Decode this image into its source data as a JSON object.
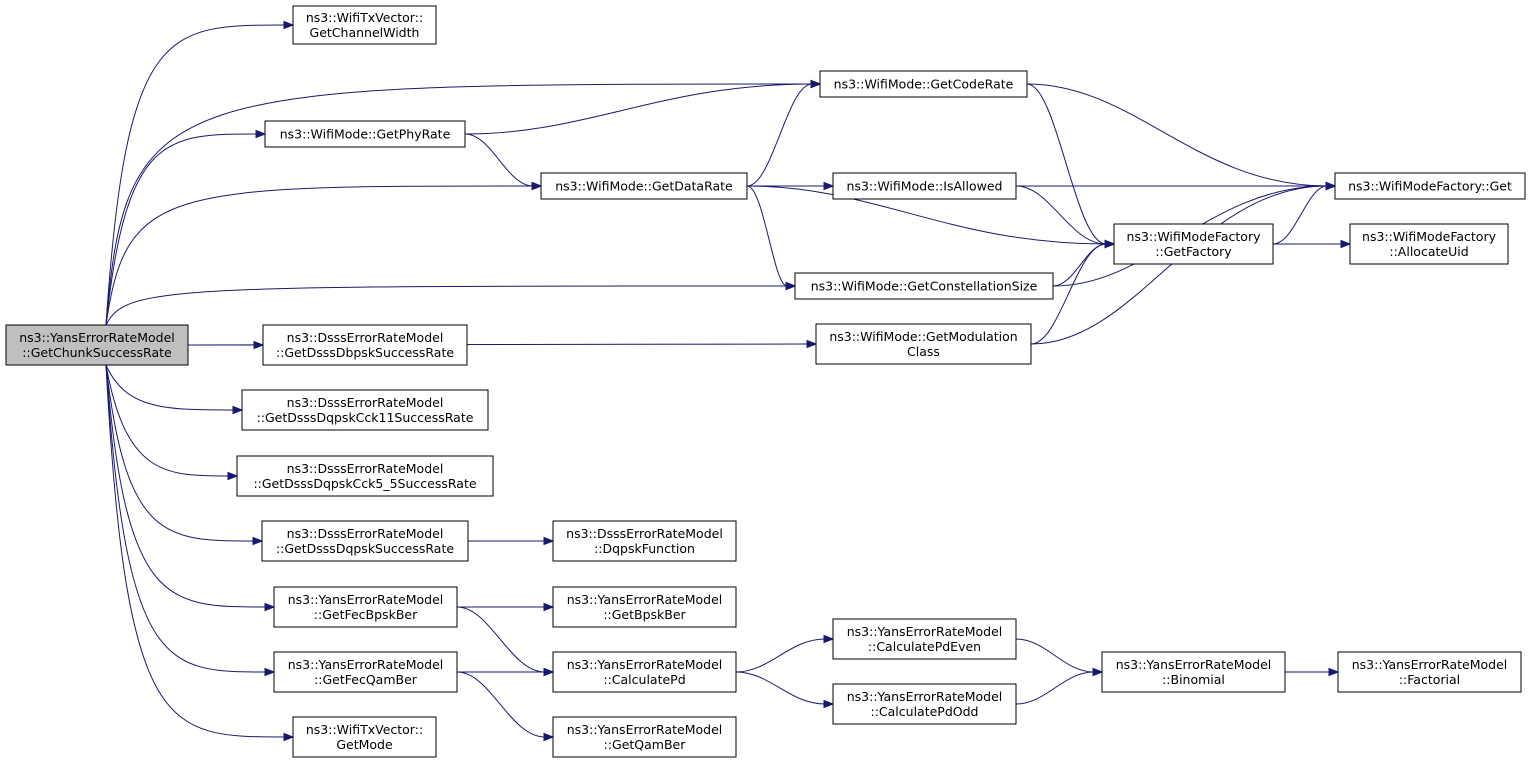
{
  "graph": {
    "nodes": [
      {
        "id": "root",
        "lines": [
          "ns3::YansErrorRateModel",
          "::GetChunkSuccessRate"
        ],
        "root": true
      },
      {
        "id": "txv_cw",
        "lines": [
          "ns3::WifiTxVector::",
          "GetChannelWidth"
        ]
      },
      {
        "id": "codeRate",
        "lines": [
          "ns3::WifiMode::GetCodeRate"
        ]
      },
      {
        "id": "phyRate",
        "lines": [
          "ns3::WifiMode::GetPhyRate"
        ]
      },
      {
        "id": "dataRate",
        "lines": [
          "ns3::WifiMode::GetDataRate"
        ]
      },
      {
        "id": "isAllowed",
        "lines": [
          "ns3::WifiMode::IsAllowed"
        ]
      },
      {
        "id": "factGet",
        "lines": [
          "ns3::WifiModeFactory::Get"
        ]
      },
      {
        "id": "getFactory",
        "lines": [
          "ns3::WifiModeFactory",
          "::GetFactory"
        ]
      },
      {
        "id": "allocUid",
        "lines": [
          "ns3::WifiModeFactory",
          "::AllocateUid"
        ]
      },
      {
        "id": "constSize",
        "lines": [
          "ns3::WifiMode::GetConstellationSize"
        ]
      },
      {
        "id": "modClass",
        "lines": [
          "ns3::WifiMode::GetModulation",
          "Class"
        ]
      },
      {
        "id": "dbpsk",
        "lines": [
          "ns3::DsssErrorRateModel",
          "::GetDsssDbpskSuccessRate"
        ]
      },
      {
        "id": "cck11",
        "lines": [
          "ns3::DsssErrorRateModel",
          "::GetDsssDqpskCck11SuccessRate"
        ]
      },
      {
        "id": "cck55",
        "lines": [
          "ns3::DsssErrorRateModel",
          "::GetDsssDqpskCck5_5SuccessRate"
        ]
      },
      {
        "id": "dqpsk",
        "lines": [
          "ns3::DsssErrorRateModel",
          "::GetDsssDqpskSuccessRate"
        ]
      },
      {
        "id": "dqpskFn",
        "lines": [
          "ns3::DsssErrorRateModel",
          "::DqpskFunction"
        ]
      },
      {
        "id": "fecBpsk",
        "lines": [
          "ns3::YansErrorRateModel",
          "::GetFecBpskBer"
        ]
      },
      {
        "id": "bpskBer",
        "lines": [
          "ns3::YansErrorRateModel",
          "::GetBpskBer"
        ]
      },
      {
        "id": "fecQam",
        "lines": [
          "ns3::YansErrorRateModel",
          "::GetFecQamBer"
        ]
      },
      {
        "id": "calcPd",
        "lines": [
          "ns3::YansErrorRateModel",
          "::CalculatePd"
        ]
      },
      {
        "id": "calcEven",
        "lines": [
          "ns3::YansErrorRateModel",
          "::CalculatePdEven"
        ]
      },
      {
        "id": "calcOdd",
        "lines": [
          "ns3::YansErrorRateModel",
          "::CalculatePdOdd"
        ]
      },
      {
        "id": "binomial",
        "lines": [
          "ns3::YansErrorRateModel",
          "::Binomial"
        ]
      },
      {
        "id": "factorial",
        "lines": [
          "ns3::YansErrorRateModel",
          "::Factorial"
        ]
      },
      {
        "id": "txv_mode",
        "lines": [
          "ns3::WifiTxVector::",
          "GetMode"
        ]
      },
      {
        "id": "qamBer",
        "lines": [
          "ns3::YansErrorRateModel",
          "::GetQamBer"
        ]
      }
    ],
    "edges": [
      [
        "root",
        "txv_cw"
      ],
      [
        "root",
        "codeRate"
      ],
      [
        "root",
        "phyRate"
      ],
      [
        "root",
        "dataRate"
      ],
      [
        "root",
        "constSize"
      ],
      [
        "root",
        "modClass"
      ],
      [
        "root",
        "dbpsk"
      ],
      [
        "root",
        "cck11"
      ],
      [
        "root",
        "cck55"
      ],
      [
        "root",
        "dqpsk"
      ],
      [
        "root",
        "fecBpsk"
      ],
      [
        "root",
        "fecQam"
      ],
      [
        "root",
        "txv_mode"
      ],
      [
        "phyRate",
        "codeRate"
      ],
      [
        "phyRate",
        "dataRate"
      ],
      [
        "codeRate",
        "factGet"
      ],
      [
        "codeRate",
        "getFactory"
      ],
      [
        "dataRate",
        "codeRate"
      ],
      [
        "dataRate",
        "factGet"
      ],
      [
        "dataRate",
        "isAllowed"
      ],
      [
        "dataRate",
        "getFactory"
      ],
      [
        "dataRate",
        "constSize"
      ],
      [
        "isAllowed",
        "factGet"
      ],
      [
        "isAllowed",
        "getFactory"
      ],
      [
        "getFactory",
        "factGet"
      ],
      [
        "getFactory",
        "allocUid"
      ],
      [
        "constSize",
        "getFactory"
      ],
      [
        "constSize",
        "factGet"
      ],
      [
        "modClass",
        "getFactory"
      ],
      [
        "modClass",
        "factGet"
      ],
      [
        "dqpsk",
        "dqpskFn"
      ],
      [
        "fecBpsk",
        "bpskBer"
      ],
      [
        "fecBpsk",
        "calcPd"
      ],
      [
        "fecQam",
        "calcPd"
      ],
      [
        "fecQam",
        "qamBer"
      ],
      [
        "calcPd",
        "calcEven"
      ],
      [
        "calcPd",
        "calcOdd"
      ],
      [
        "calcEven",
        "binomial"
      ],
      [
        "calcOdd",
        "binomial"
      ],
      [
        "binomial",
        "factorial"
      ]
    ]
  }
}
